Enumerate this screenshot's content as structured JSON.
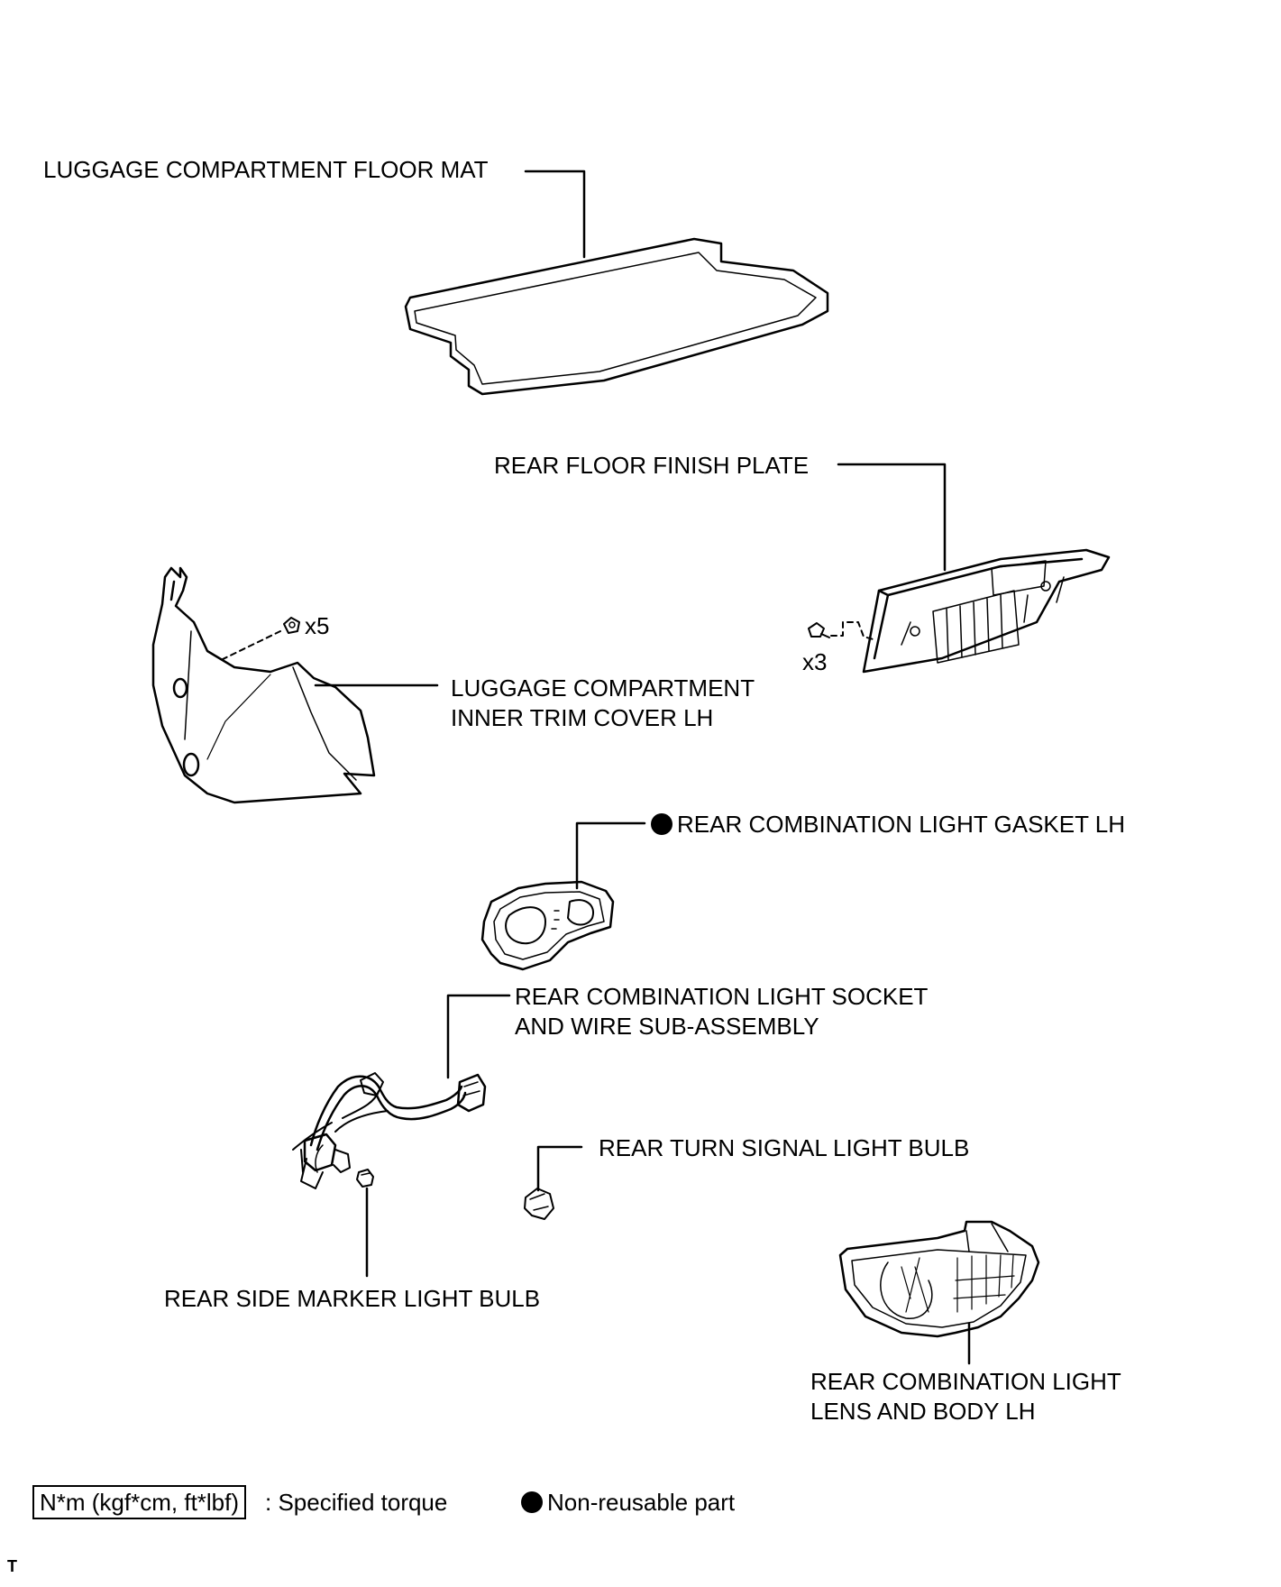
{
  "parts": {
    "floor_mat": "LUGGAGE COMPARTMENT FLOOR MAT",
    "finish_plate": "REAR FLOOR FINISH PLATE",
    "trim_cover_line1": "LUGGAGE COMPARTMENT",
    "trim_cover_line2": "INNER TRIM COVER LH",
    "gasket": "REAR COMBINATION LIGHT GASKET LH",
    "socket_line1": "REAR COMBINATION LIGHT SOCKET",
    "socket_line2": "AND WIRE SUB-ASSEMBLY",
    "turn_bulb": "REAR TURN SIGNAL LIGHT BULB",
    "marker_bulb": "REAR SIDE MARKER LIGHT BULB",
    "lens_line1": "REAR COMBINATION LIGHT",
    "lens_line2": "LENS AND BODY LH"
  },
  "quantities": {
    "trim_clips": "x5",
    "plate_clips": "x3"
  },
  "legend": {
    "torque_box": "N*m (kgf*cm, ft*lbf)",
    "torque_text": ": Specified torque",
    "nonreusable_text": "Non-reusable part"
  },
  "corner_mark": "T",
  "icons": [
    "non-reusable-dot-icon",
    "clip-icon"
  ]
}
